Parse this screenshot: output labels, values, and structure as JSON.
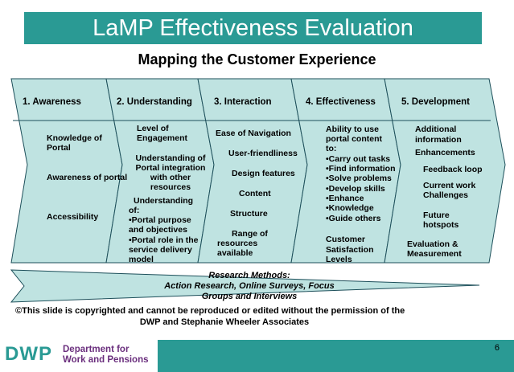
{
  "title": "LaMP Effectiveness Evaluation",
  "subtitle": "Mapping the Customer Experience",
  "colors": {
    "teal": "#2a9a94",
    "chevron_fill": "#bfe3e1",
    "stroke": "#1d4f5a",
    "purple": "#6a2e7d"
  },
  "stages": [
    {
      "header": "1. Awareness",
      "lines": [
        "Knowledge of",
        "Portal",
        "Awareness of portal",
        "Accessibility"
      ]
    },
    {
      "header": "2. Understanding",
      "lines": [
        "Level of",
        "Engagement",
        "Understanding of",
        "Portal integration",
        "with other",
        "resources",
        "Understanding",
        "of:",
        "•Portal purpose",
        "and objectives",
        "•Portal role in the",
        "service delivery",
        "model"
      ]
    },
    {
      "header": "3. Interaction",
      "lines": [
        "Ease of Navigation",
        "User-friendliness",
        "Design features",
        "Content",
        "Structure",
        "Range of",
        "resources",
        "available"
      ]
    },
    {
      "header": "4. Effectiveness",
      "lines": [
        "Ability to use",
        "portal content",
        "to:",
        "•Carry out tasks",
        "•Find information",
        "•Solve problems",
        "•Develop skills",
        "•Enhance",
        "•Knowledge",
        "•Guide others",
        "Customer",
        "Satisfaction",
        "Levels"
      ]
    },
    {
      "header": "5. Development",
      "lines": [
        "Additional",
        "information",
        "Enhancements",
        "Feedback loop",
        "Current work",
        "Challenges",
        "Future",
        "hotspots",
        "Evaluation &",
        "Measurement"
      ]
    }
  ],
  "research": {
    "line1": "Research Methods:",
    "line2": "Action Research, Online Surveys, Focus",
    "line3": "Groups and Interviews"
  },
  "copyright": {
    "line1": "©This slide is copyrighted and cannot be reproduced or edited without the permission of the",
    "line2": "DWP and Stephanie Wheeler Associates"
  },
  "footer": {
    "logo": "DWP",
    "dept_line1": "Department for",
    "dept_line2": "Work and Pensions",
    "page_number": "6"
  }
}
